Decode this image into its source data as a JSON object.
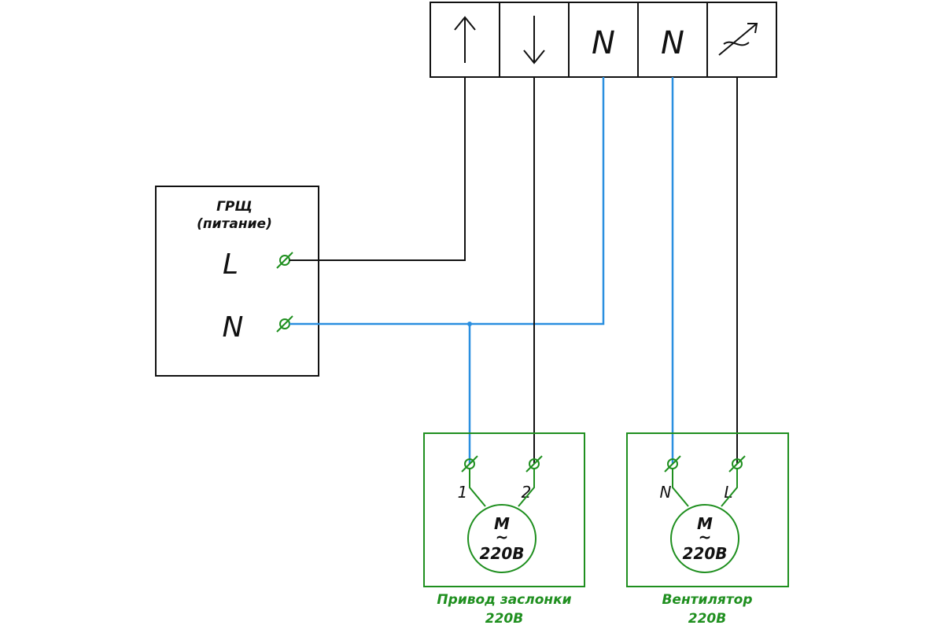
{
  "terminal_block": {
    "cells": [
      {
        "symbol": "up-arrow",
        "label": ""
      },
      {
        "symbol": "down-arrow",
        "label": ""
      },
      {
        "symbol": "text",
        "label": "N"
      },
      {
        "symbol": "text",
        "label": "N"
      },
      {
        "symbol": "fan-speed",
        "label": ""
      }
    ]
  },
  "panel": {
    "title": "ГРЩ",
    "subtitle": "(питание)",
    "terminal_l": "L",
    "terminal_n": "N"
  },
  "damper": {
    "terminal_1": "1",
    "terminal_2": "2",
    "motor_symbol": "M",
    "motor_ac": "~",
    "motor_voltage": "220В",
    "caption_line1": "Привод заслонки",
    "caption_line2": "220В"
  },
  "fan": {
    "terminal_n": "N",
    "terminal_l": "L",
    "motor_symbol": "M",
    "motor_ac": "~",
    "motor_voltage": "220В",
    "caption_line1": "Вентилятор",
    "caption_line2": "220В"
  },
  "colors": {
    "phase_wire": "#111111",
    "neutral_wire": "#2a8fe0",
    "device": "#1f8f1f",
    "outline": "#111111"
  }
}
